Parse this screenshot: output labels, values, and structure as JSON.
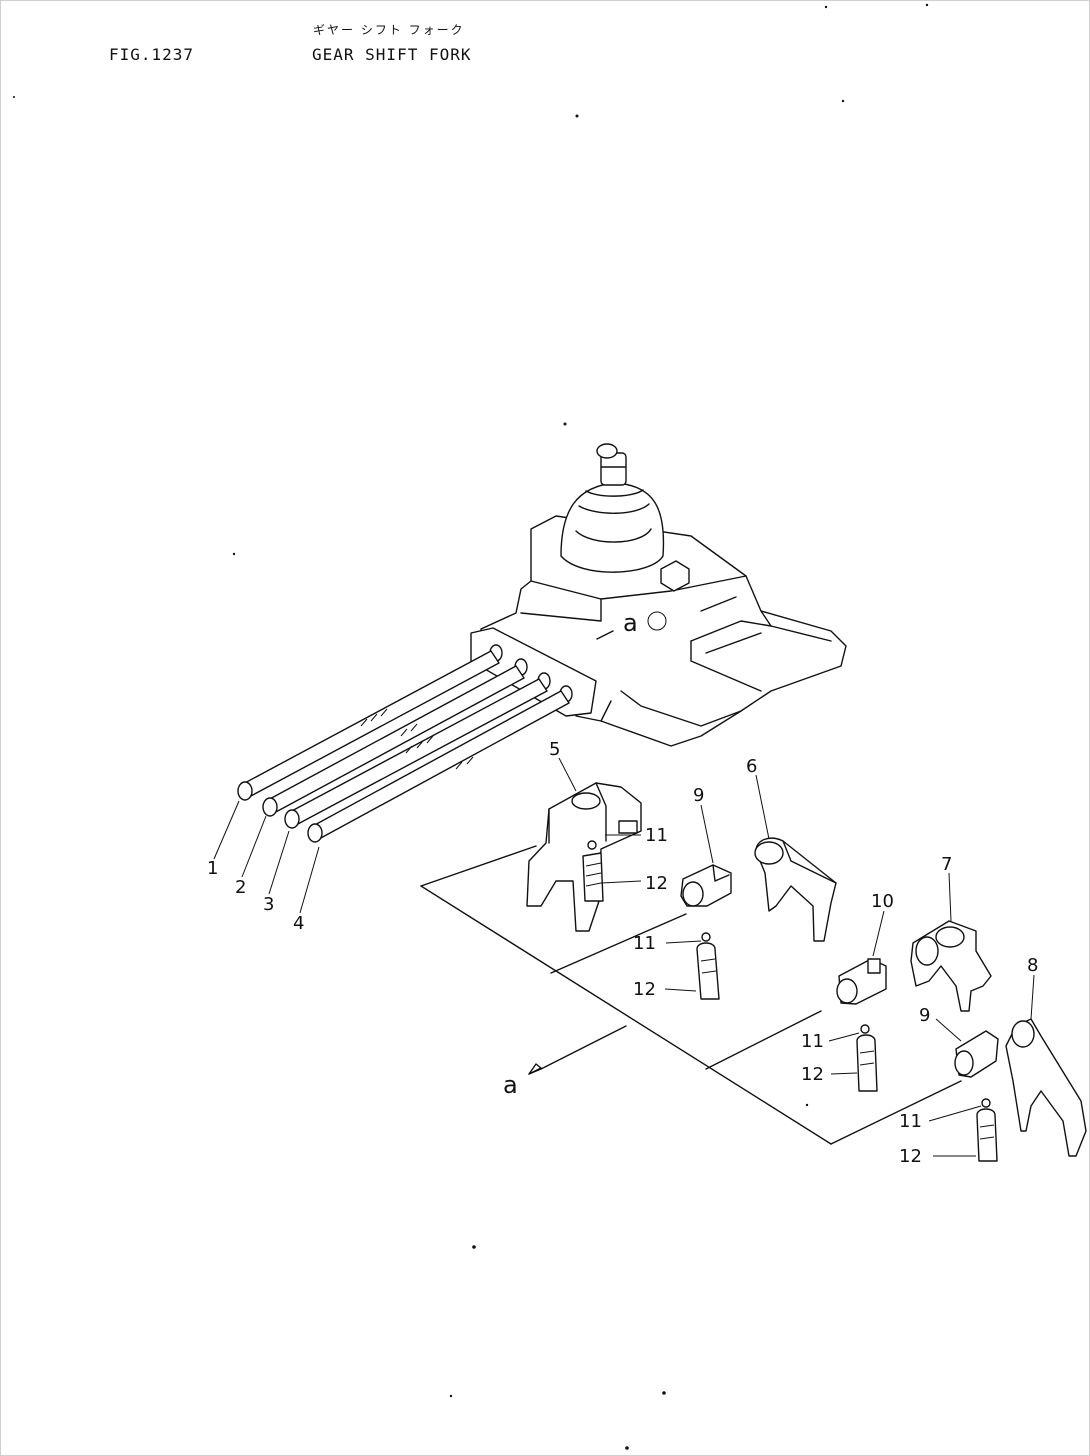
{
  "header": {
    "fig_number": "FIG.1237",
    "title_jp": "ギヤー シフト フォーク",
    "title_en": "GEAR SHIFT FORK"
  },
  "view_marker": "a",
  "callouts": [
    {
      "id": "rod-1",
      "text": "1"
    },
    {
      "id": "rod-2",
      "text": "2"
    },
    {
      "id": "rod-3",
      "text": "3"
    },
    {
      "id": "rod-4",
      "text": "4"
    },
    {
      "id": "fork-5",
      "text": "5"
    },
    {
      "id": "fork-6",
      "text": "6"
    },
    {
      "id": "fork-7",
      "text": "7"
    },
    {
      "id": "fork-8",
      "text": "8"
    },
    {
      "id": "block-9a",
      "text": "9"
    },
    {
      "id": "block-9b",
      "text": "9"
    },
    {
      "id": "block-10",
      "text": "10"
    },
    {
      "id": "ball-11a",
      "text": "11"
    },
    {
      "id": "ball-11b",
      "text": "11"
    },
    {
      "id": "ball-11c",
      "text": "11"
    },
    {
      "id": "ball-11d",
      "text": "11"
    },
    {
      "id": "spring-12a",
      "text": "12"
    },
    {
      "id": "spring-12b",
      "text": "12"
    },
    {
      "id": "spring-12c",
      "text": "12"
    },
    {
      "id": "spring-12d",
      "text": "12"
    }
  ],
  "colors": {
    "ink": "#111111",
    "paper": "#ffffff"
  }
}
